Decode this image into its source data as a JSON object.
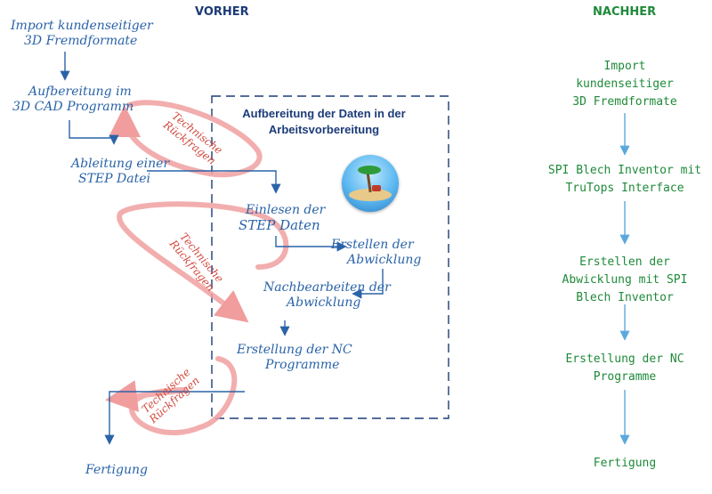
{
  "headers": {
    "vorher": "VORHER",
    "nachher": "NACHHER"
  },
  "colors": {
    "vorher_blue": "#2a63a8",
    "nachher_green": "#1f8a3a",
    "arrow_red": "#e88a8a",
    "rueckfragen_text": "#d24a3f",
    "box_title": "#1c3b78"
  },
  "vorher": {
    "import": [
      "Import kundenseitiger",
      "3D Fremdformate"
    ],
    "aufbereitung_cad": [
      "Aufbereitung im",
      "3D CAD Programm"
    ],
    "ableitung_step": [
      "Ableitung einer",
      "STEP Datei"
    ],
    "box_title": [
      "Aufbereitung der Daten in der",
      "Arbeitsvorbereitung"
    ],
    "einlesen_step": [
      "Einlesen der",
      "STEP Daten"
    ],
    "erstellen_abwicklung": [
      "Erstellen der",
      "Abwicklung"
    ],
    "nachbearbeiten": [
      "Nachbearbeiten der",
      "Abwicklung"
    ],
    "erstellung_nc": [
      "Erstellung der NC",
      "Programme"
    ],
    "fertigung": "Fertigung",
    "rueckfragen": [
      "Technische",
      "Rückfragen"
    ],
    "island_icon": "island-icon"
  },
  "nachher": {
    "steps": [
      [
        "Import",
        "kundenseitiger",
        "3D Fremdformate"
      ],
      [
        "SPI Blech Inventor mit",
        "TruTops Interface"
      ],
      [
        "Erstellen der",
        "Abwicklung mit SPI",
        "Blech Inventor"
      ],
      [
        "Erstellung der NC",
        "Programme"
      ],
      [
        "Fertigung"
      ]
    ]
  }
}
